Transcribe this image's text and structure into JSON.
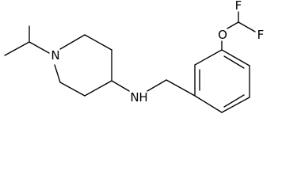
{
  "atoms": {
    "nitrogen_piperidine": "N",
    "nitrogen_amine": "N",
    "amine_hydrogen": "H",
    "oxygen": "O",
    "fluorine_upper": "F",
    "fluorine_right": "F"
  },
  "colors": {
    "bond": "#000000",
    "background": "#ffffff"
  }
}
